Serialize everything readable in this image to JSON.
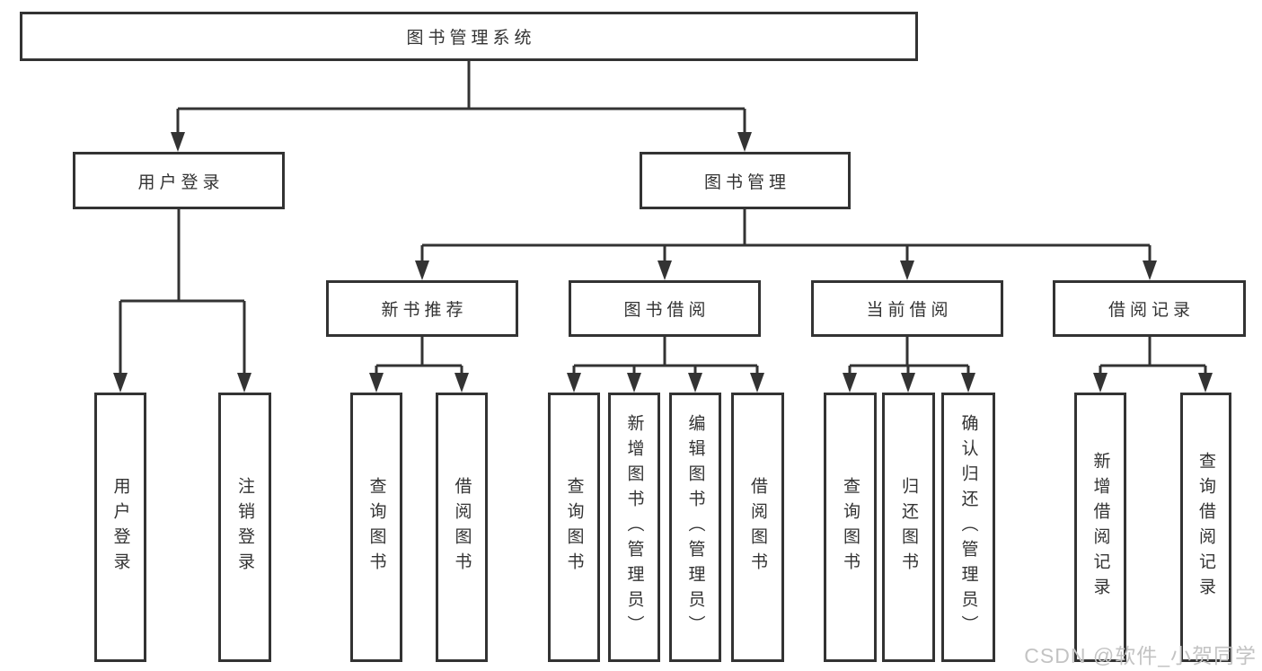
{
  "diagram": {
    "root": "图书管理系统",
    "branches": {
      "user_login": "用户登录",
      "book_management": "图书管理"
    },
    "modules": {
      "new_book_recommend": "新书推荐",
      "book_borrow": "图书借阅",
      "current_borrow": "当前借阅",
      "borrow_records": "借阅记录"
    },
    "leaves": {
      "user_login": [
        "用户登录",
        "注销登录"
      ],
      "new_book_recommend": [
        "查询图书",
        "借阅图书"
      ],
      "book_borrow": [
        "查询图书",
        "新增图书（管理员）",
        "编辑图书（管理员）",
        "借阅图书"
      ],
      "current_borrow": [
        "查询图书",
        "归还图书",
        "确认归还（管理员）"
      ],
      "borrow_records": [
        "新增借阅记录",
        "查询借阅记录"
      ]
    }
  },
  "watermark": "CSDN @软件_小贺同学",
  "colors": {
    "line": "#333333",
    "text": "#333333",
    "canvas_bg": "#ffffff",
    "watermark": "#c3c3c3"
  }
}
